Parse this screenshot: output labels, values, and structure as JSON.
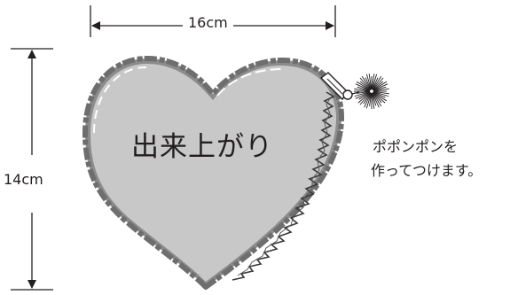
{
  "dimensions": {
    "width_label": "16cm",
    "height_label": "14cm"
  },
  "heart": {
    "label": "出来上がり",
    "fill": "#c8c8c8",
    "edge": "#7a7a7a"
  },
  "pompom_note": {
    "line1": "ポポンポンを",
    "line2": "作ってつけます。"
  },
  "icons": [
    "heart-shape",
    "zipper",
    "zipper-pull",
    "pompom"
  ]
}
